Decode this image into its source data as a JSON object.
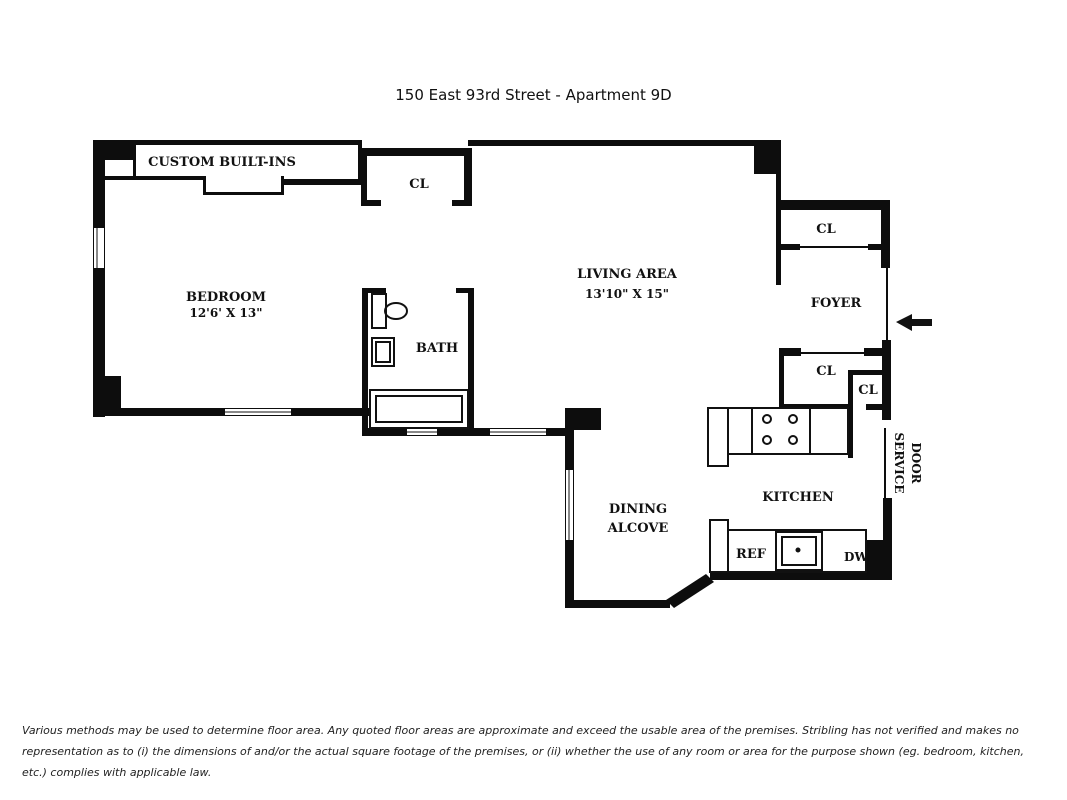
{
  "title": "150 East 93rd Street - Apartment 9D",
  "rooms": {
    "custom_builtins": "CUSTOM BUILT-INS",
    "closet_top": "CL",
    "bedroom": {
      "name": "BEDROOM",
      "dims": "12'6' X 13\""
    },
    "bath": "BATH",
    "living": {
      "name": "LIVING AREA",
      "dims": "13'10\" X 15\""
    },
    "closet_foyer": "CL",
    "foyer": "FOYER",
    "closet_mid": "CL",
    "closet_small": "CL",
    "service_door_1": "SERVICE",
    "service_door_2": "DOOR",
    "kitchen": "KITCHEN",
    "dining_1": "DINING",
    "dining_2": "ALCOVE",
    "ref": "REF",
    "dw": "DW"
  },
  "disclaimer": "Various methods may be used to determine floor area. Any quoted floor areas are approximate and exceed the usable area of the premises. Stribling has not verified and makes no representation as to (i) the dimensions of and/or the actual square footage of the premises, or (ii) whether the use of any room or area for the purpose shown (eg. bedroom, kitchen, etc.) complies with applicable law."
}
